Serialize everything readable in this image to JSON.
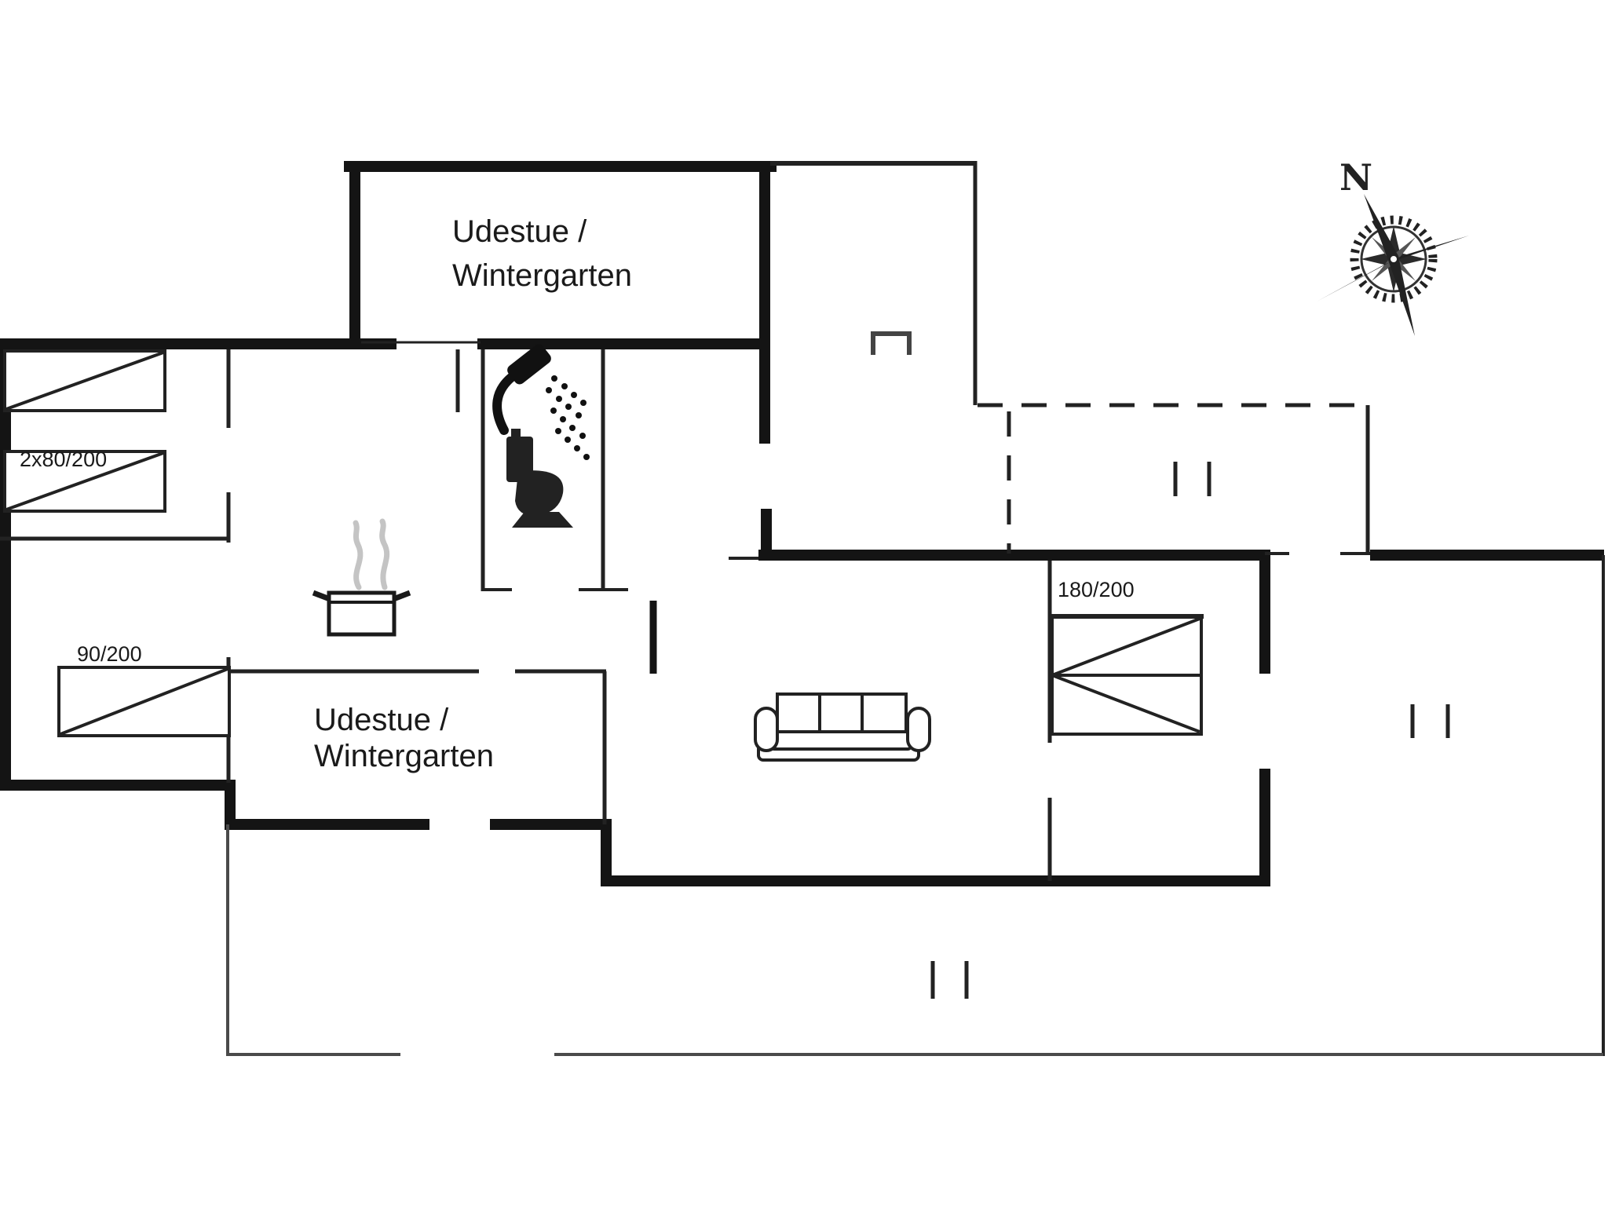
{
  "document": {
    "type": "floor-plan"
  },
  "colors": {
    "wall": "#141414",
    "thin_wall": "#222222",
    "terrace_line": "#4a4a4a",
    "steam": "#c4c4c4",
    "text": "#1a1a1a",
    "background": "#ffffff"
  },
  "rooms": {
    "wintergarten_top": {
      "line1": "Udestue /",
      "line2": "Wintergarten"
    },
    "wintergarten_bottom": {
      "line1": "Udestue /",
      "line2": "Wintergarten"
    }
  },
  "bed_dimensions": {
    "bunk_beds": "2x80/200",
    "single_bed": "90/200",
    "double_bed": "180/200"
  },
  "compass": {
    "north_label": "N"
  },
  "icons": [
    {
      "name": "shower-icon"
    },
    {
      "name": "toilet-icon"
    },
    {
      "name": "cooking-pot-icon"
    },
    {
      "name": "steam-icon"
    },
    {
      "name": "sofa-icon"
    },
    {
      "name": "chimney-icon"
    },
    {
      "name": "compass-rose-icon"
    },
    {
      "name": "terrace-post-icons"
    }
  ]
}
